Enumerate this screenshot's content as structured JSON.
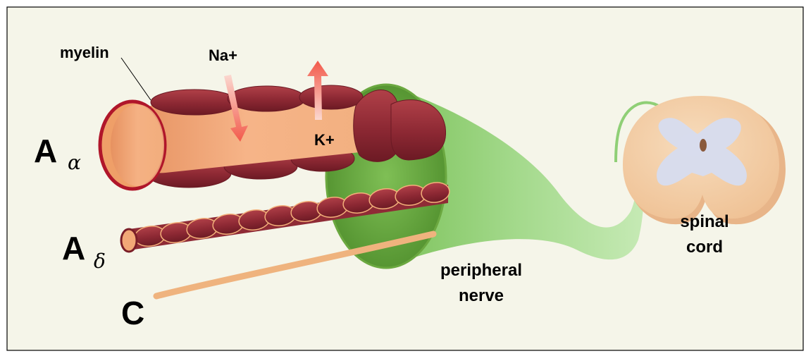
{
  "labels": {
    "myelin": "myelin",
    "na": "Na+",
    "k": "K+",
    "fiber_a_alpha": {
      "main": "A",
      "sub": "α"
    },
    "fiber_a_delta": {
      "main": "A",
      "sub": "δ"
    },
    "fiber_c": "C",
    "peripheral_nerve": [
      "peripheral",
      "nerve"
    ],
    "spinal_cord": [
      "spinal",
      "cord"
    ]
  },
  "colors": {
    "background": "#f5f5e9",
    "myelin": "#8f2b36",
    "myelin_edge": "#6a1a24",
    "axon": "#f2a877",
    "axon_dark": "#d98c5a",
    "nerve_green": "#8ccc6c",
    "nerve_dark": "#4f8f2a",
    "ion_arrow": "#f46a5a",
    "cord_outer": "#f4cfa6",
    "cord_gray_matter": "#cfd8ec"
  }
}
